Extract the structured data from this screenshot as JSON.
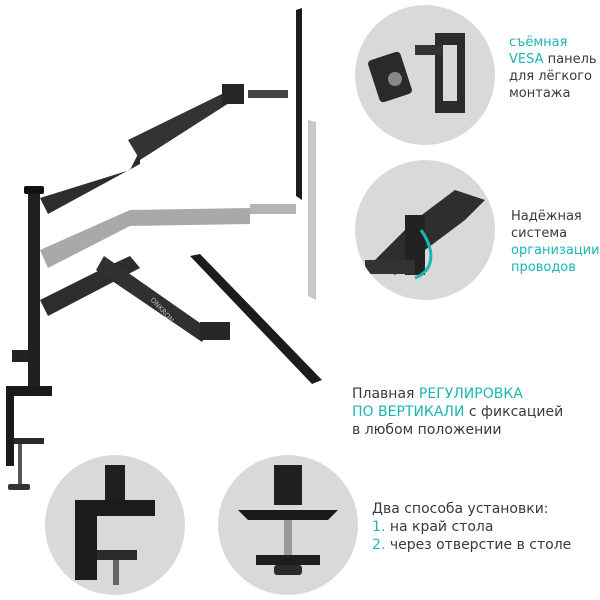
{
  "features": {
    "vesa": {
      "line1": "съёмная",
      "line2_accent": "VESA",
      "line2_rest": "панель",
      "line3": "для лёгкого",
      "line4": "монтажа"
    },
    "cable": {
      "line1": "Надёжная",
      "line2": "система",
      "line3_accent": "организации",
      "line4_accent": "проводов"
    },
    "height": {
      "line1_plain": "Плавная",
      "line1_accent": "РЕГУЛИРОВКА",
      "line2_accent": "ПО ВЕРТИКАЛИ",
      "line2_rest": "с фиксацией",
      "line3": "в любом положении"
    },
    "install": {
      "title": "Два способа установки:",
      "opt1_num": "1.",
      "opt1_text": "на край стола",
      "opt2_num": "2.",
      "opt2_text": "через отверстие в столе"
    }
  },
  "brand_label": "ONKRON",
  "colors": {
    "accent": "#1bb6b3",
    "circle_bg": "#d9d9d9",
    "metal": "#2a2a2a"
  }
}
